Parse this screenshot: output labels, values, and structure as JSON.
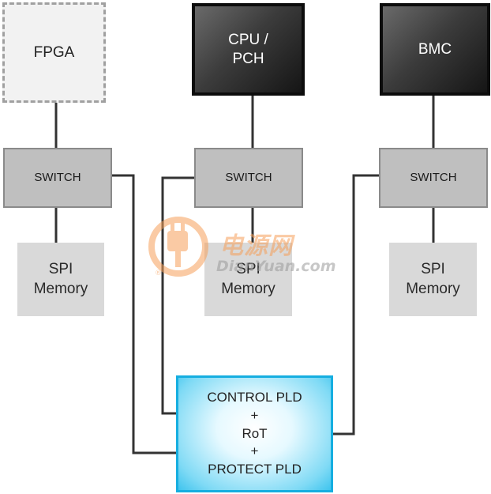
{
  "nodes": {
    "fpga": {
      "label": "FPGA"
    },
    "cpu": {
      "line1": "CPU /",
      "line2": "PCH"
    },
    "bmc": {
      "label": "BMC"
    },
    "switch_left": {
      "label": "SWITCH"
    },
    "switch_middle": {
      "label": "SWITCH"
    },
    "switch_right": {
      "label": "SWITCH"
    },
    "spi_left": {
      "line1": "SPI",
      "line2": "Memory"
    },
    "spi_middle": {
      "line1": "SPI",
      "line2": "Memory"
    },
    "spi_right": {
      "line1": "SPI",
      "line2": "Memory"
    },
    "pld": {
      "line1": "CONTROL PLD",
      "line2": "+",
      "line3": "RoT",
      "line4": "+",
      "line5": "PROTECT PLD"
    }
  },
  "watermark": {
    "text_cn": "电源网",
    "text_en": "DianYuan.com"
  },
  "colors": {
    "connector": "#333333",
    "pld_border": "#15aee0",
    "watermark_orange": "#f6a05a"
  }
}
